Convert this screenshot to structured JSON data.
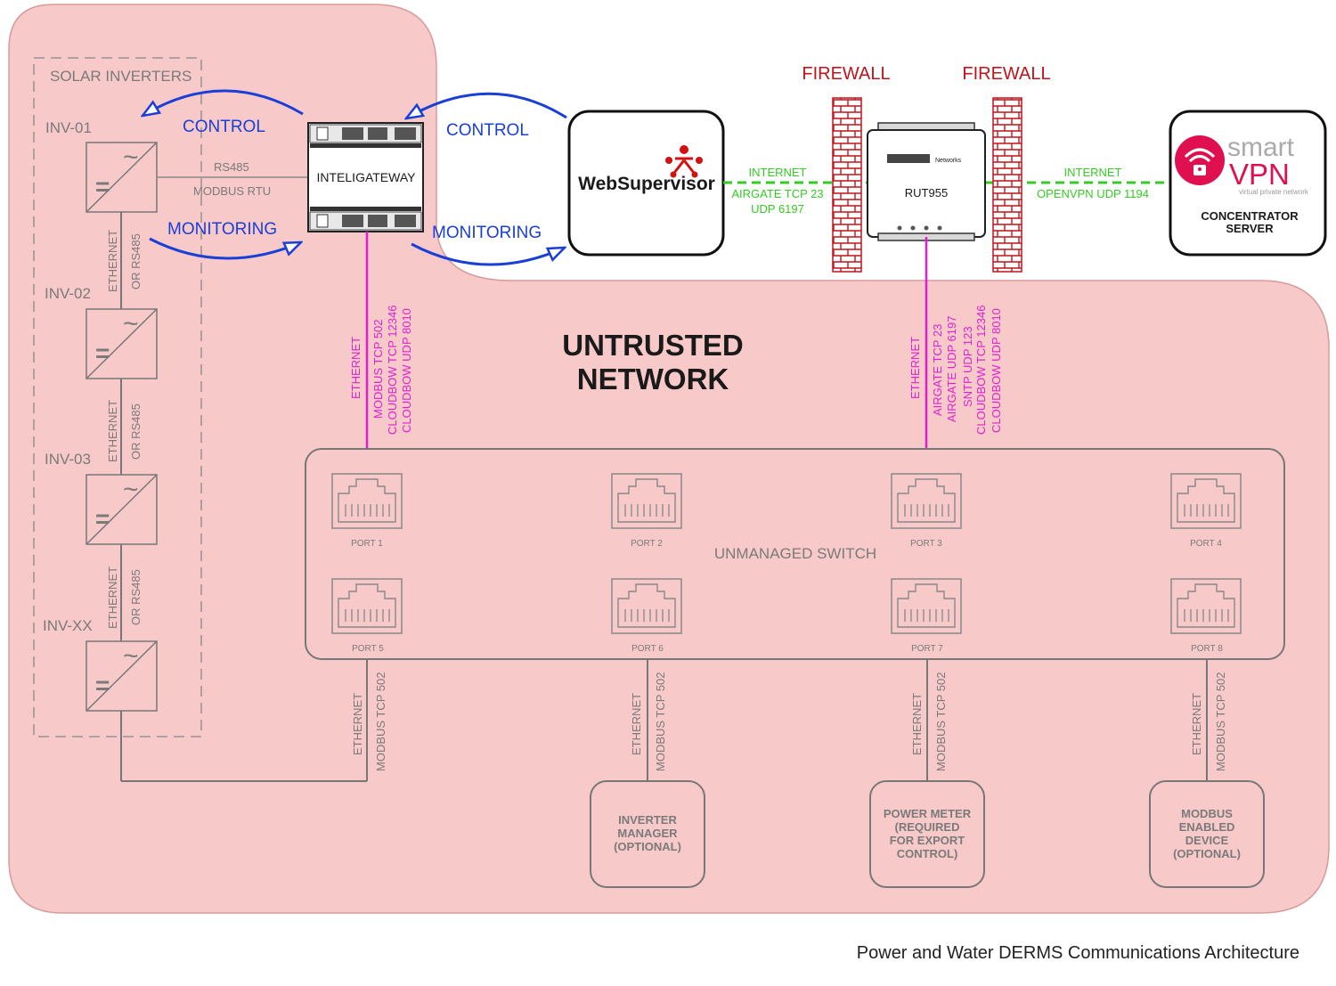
{
  "inverters": {
    "group_label": "SOLAR INVERTERS",
    "items": [
      "INV-01",
      "INV-02",
      "INV-03",
      "INV-XX"
    ],
    "link_label_a": "ETHERNET",
    "link_label_b": "OR RS485"
  },
  "gateway": {
    "label": "INTELIGATEWAY",
    "bus_1": "RS485",
    "bus_2": "MODBUS RTU"
  },
  "arrows": {
    "control": "CONTROL",
    "monitoring": "MONITORING"
  },
  "websupervisor": {
    "label": "WebSupervisor"
  },
  "firewalls": {
    "label_1": "FIREWALL",
    "label_2": "FIREWALL"
  },
  "router": {
    "label": "RUT955",
    "brand": "Networks"
  },
  "links": {
    "ws_router": [
      "INTERNET",
      "AIRGATE TCP 23",
      "UDP 6197"
    ],
    "router_vpn": [
      "INTERNET",
      "OPENVPN UDP 1194"
    ],
    "gateway_switch": [
      "ETHERNET",
      "MODBUS TCP 502",
      "CLOUDBOW TCP 12346",
      "CLOUDBOW UDP 8010"
    ],
    "router_switch": [
      "ETHERNET",
      "AIRGATE TCP 23",
      "AIRGATE UDP 6197",
      "SNTP UDP 123",
      "CLOUDBOW TCP 12346",
      "CLOUDBOW UDP 8010"
    ],
    "device_link": [
      "ETHERNET",
      "MODBUS TCP 502"
    ]
  },
  "vpn": {
    "logo_top": "smart",
    "logo_bottom": "VPN",
    "tagline": "virtual private network",
    "label_1": "CONCENTRATOR",
    "label_2": "SERVER"
  },
  "network": {
    "line_1": "UNTRUSTED",
    "line_2": "NETWORK"
  },
  "switch": {
    "label": "UNMANAGED SWITCH",
    "ports": [
      "PORT 1",
      "PORT 2",
      "PORT 3",
      "PORT 4",
      "PORT 5",
      "PORT 6",
      "PORT 7",
      "PORT 8"
    ]
  },
  "devices": [
    {
      "lines": [
        "INVERTER",
        "MANAGER",
        "(OPTIONAL)"
      ]
    },
    {
      "lines": [
        "POWER METER",
        "(REQUIRED",
        "FOR EXPORT",
        "CONTROL)"
      ]
    },
    {
      "lines": [
        "MODBUS",
        "ENABLED",
        "DEVICE",
        "(OPTIONAL)"
      ]
    }
  ],
  "caption": "Power and Water DERMS Communications Architecture",
  "colors": {
    "zone_fill": "#f8c9c9",
    "zone_stroke": "#d99a9a",
    "control_blue": "#1a3fd6",
    "ethernet_magenta": "#e020d0",
    "internet_green": "#33cc22",
    "firewall_red": "#c0141a"
  }
}
